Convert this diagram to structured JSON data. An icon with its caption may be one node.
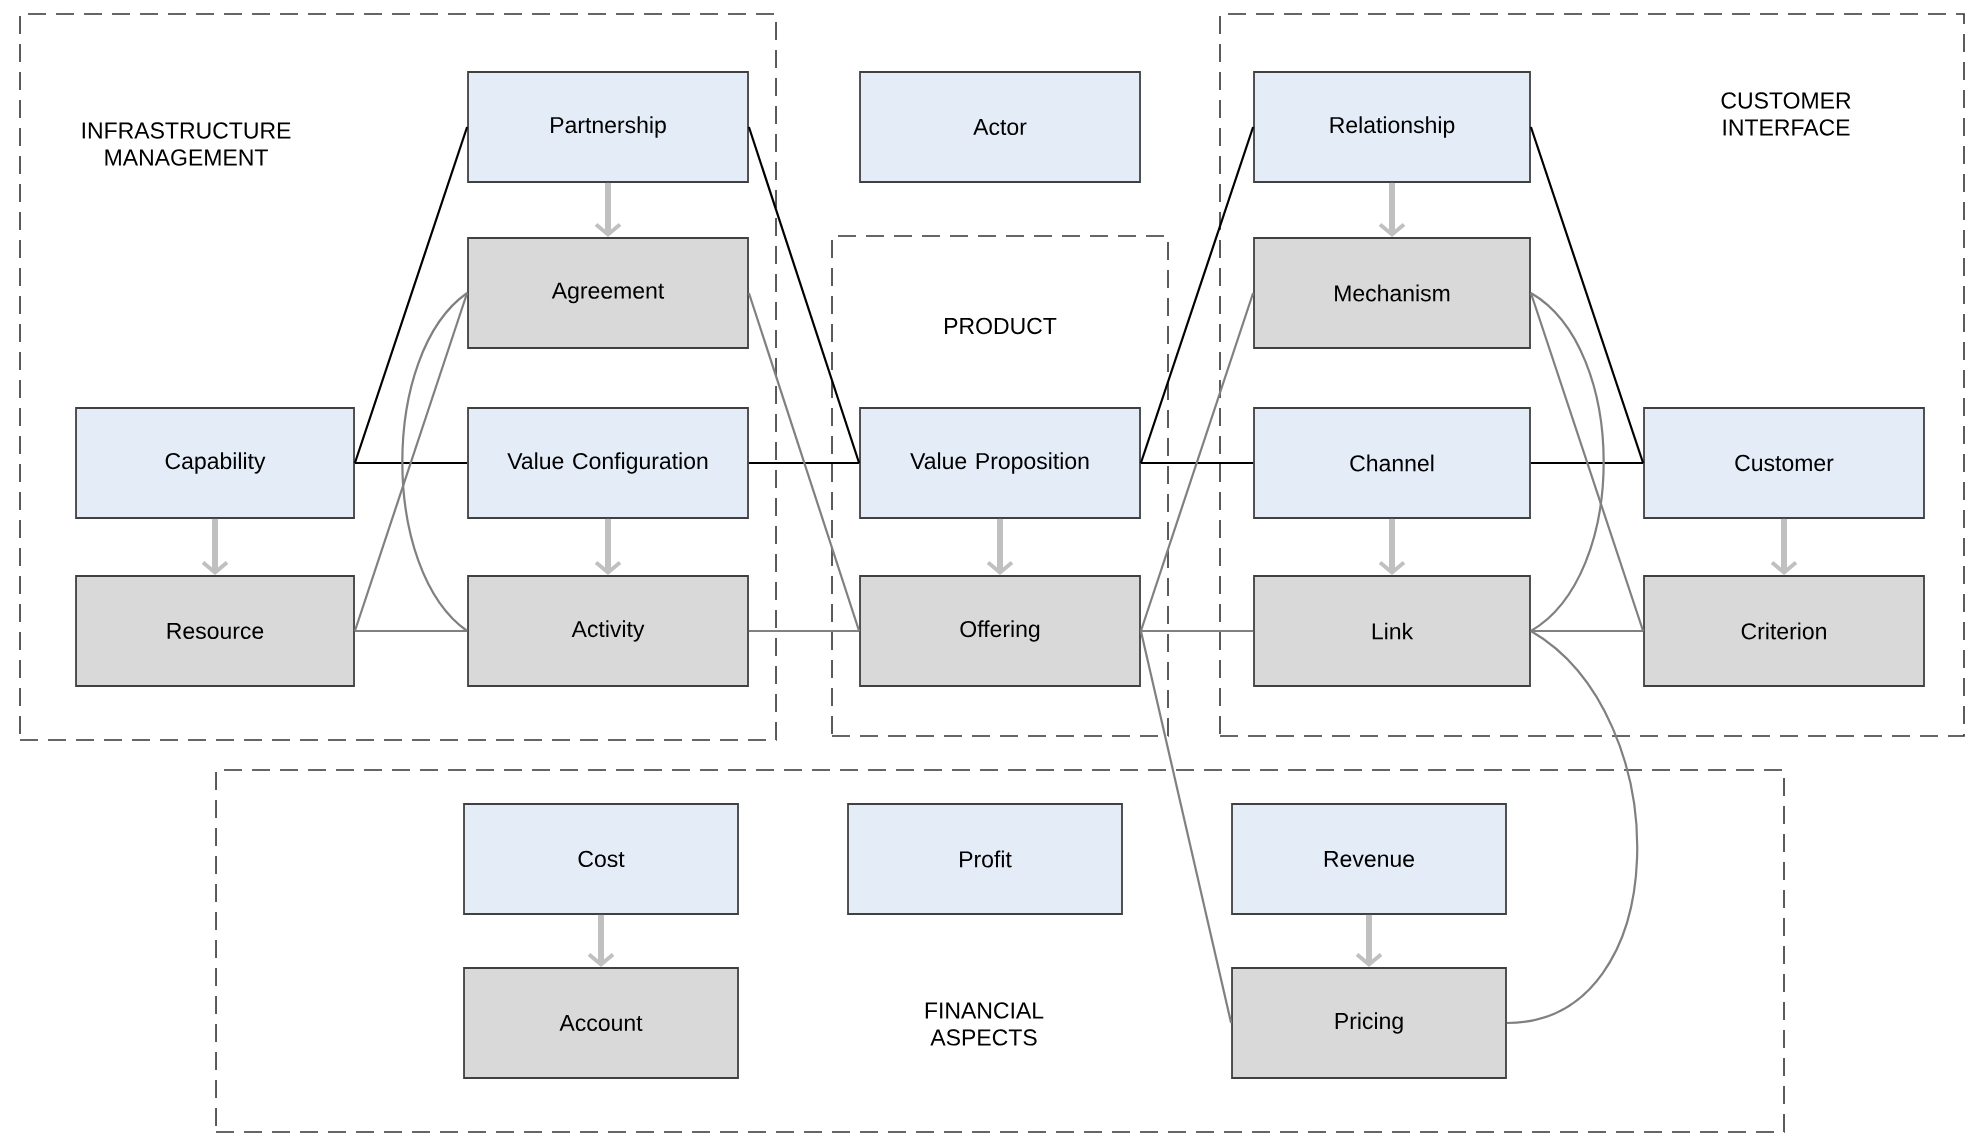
{
  "diagram": {
    "nodes": [
      {
        "text": [
          "INFRASTRUCTURE MANAGEMENT"
        ]
      },
      {
        "text": [
          "Partnership"
        ],
        "in": 0
      },
      {
        "text": [
          "Agreement"
        ],
        "in": 0
      },
      {
        "text": [
          "Capability"
        ],
        "in": 0
      },
      {
        "text": [
          "Value Configuration"
        ],
        "in": 0
      },
      {
        "text": [
          "Resource"
        ],
        "in": 0
      },
      {
        "text": [
          "Activity"
        ],
        "in": 0
      },
      {
        "text": [
          "Actor"
        ]
      },
      {
        "text": [
          "PRODUCT"
        ]
      },
      {
        "text": [
          "Value Proposition"
        ],
        "in": 8
      },
      {
        "text": [
          "Offering"
        ],
        "in": 8
      },
      {
        "text": [
          "CUSTOMER INTERFACE"
        ]
      },
      {
        "text": [
          "Relationship"
        ],
        "in": 11
      },
      {
        "text": [
          "Mechanism"
        ],
        "in": 11
      },
      {
        "text": [
          "Channel"
        ],
        "in": 11
      },
      {
        "text": [
          "Link"
        ],
        "in": 11
      },
      {
        "text": [
          "Customer"
        ],
        "in": 11
      },
      {
        "text": [
          "Criterion"
        ],
        "in": 11
      },
      {
        "text": [
          "FINANCIAL ASPECTS"
        ]
      },
      {
        "text": [
          "Cost"
        ],
        "in": 18
      },
      {
        "text": [
          "Profit"
        ],
        "in": 18
      },
      {
        "text": [
          "Revenue"
        ],
        "in": 18
      },
      {
        "text": [
          "Account"
        ],
        "in": 18
      },
      {
        "text": [
          "Pricing"
        ],
        "in": 18
      }
    ],
    "edges": [
      {
        "from": 1,
        "to": 2,
        "arrow": "to",
        "style": "thick",
        "color": "#c0c0c0"
      },
      {
        "from": 3,
        "to": 5,
        "arrow": "to",
        "style": "thick",
        "color": "#c0c0c0"
      },
      {
        "from": 4,
        "to": 6,
        "arrow": "to",
        "style": "thick",
        "color": "#c0c0c0"
      },
      {
        "from": 9,
        "to": 10,
        "arrow": "to",
        "style": "thick",
        "color": "#c0c0c0"
      },
      {
        "from": 12,
        "to": 13,
        "arrow": "to",
        "style": "thick",
        "color": "#c0c0c0"
      },
      {
        "from": 14,
        "to": 15,
        "arrow": "to",
        "style": "thick",
        "color": "#c0c0c0"
      },
      {
        "from": 16,
        "to": 17,
        "arrow": "to",
        "style": "thick",
        "color": "#c0c0c0"
      },
      {
        "from": 19,
        "to": 22,
        "arrow": "to",
        "style": "thick",
        "color": "#c0c0c0"
      },
      {
        "from": 21,
        "to": 23,
        "arrow": "to",
        "style": "thick",
        "color": "#c0c0c0"
      },
      {
        "from": 3,
        "to": 1,
        "arrow": "none",
        "color": "#000000"
      },
      {
        "from": 3,
        "to": 4,
        "arrow": "none",
        "color": "#000000"
      },
      {
        "from": 1,
        "to": 9,
        "arrow": "none",
        "color": "#000000"
      },
      {
        "from": 4,
        "to": 9,
        "arrow": "none",
        "color": "#000000"
      },
      {
        "from": 9,
        "to": 12,
        "arrow": "none",
        "color": "#000000"
      },
      {
        "from": 9,
        "to": 14,
        "arrow": "none",
        "color": "#000000"
      },
      {
        "from": 12,
        "to": 16,
        "arrow": "none",
        "color": "#000000"
      },
      {
        "from": 14,
        "to": 16,
        "arrow": "none",
        "color": "#000000"
      },
      {
        "from": 5,
        "to": 2,
        "arrow": "none"
      },
      {
        "from": 5,
        "to": 6,
        "arrow": "none"
      },
      {
        "from": 2,
        "to": 6,
        "arrow": "none"
      },
      {
        "from": 2,
        "to": 10,
        "arrow": "none"
      },
      {
        "from": 6,
        "to": 10,
        "arrow": "none"
      },
      {
        "from": 10,
        "to": 13,
        "arrow": "none"
      },
      {
        "from": 10,
        "to": 15,
        "arrow": "none"
      },
      {
        "from": 10,
        "to": 23,
        "arrow": "none"
      },
      {
        "from": 13,
        "to": 15,
        "arrow": "none"
      },
      {
        "from": 13,
        "to": 17,
        "arrow": "none"
      },
      {
        "from": 15,
        "to": 17,
        "arrow": "none"
      },
      {
        "from": 15,
        "to": 23,
        "arrow": "none"
      }
    ]
  }
}
